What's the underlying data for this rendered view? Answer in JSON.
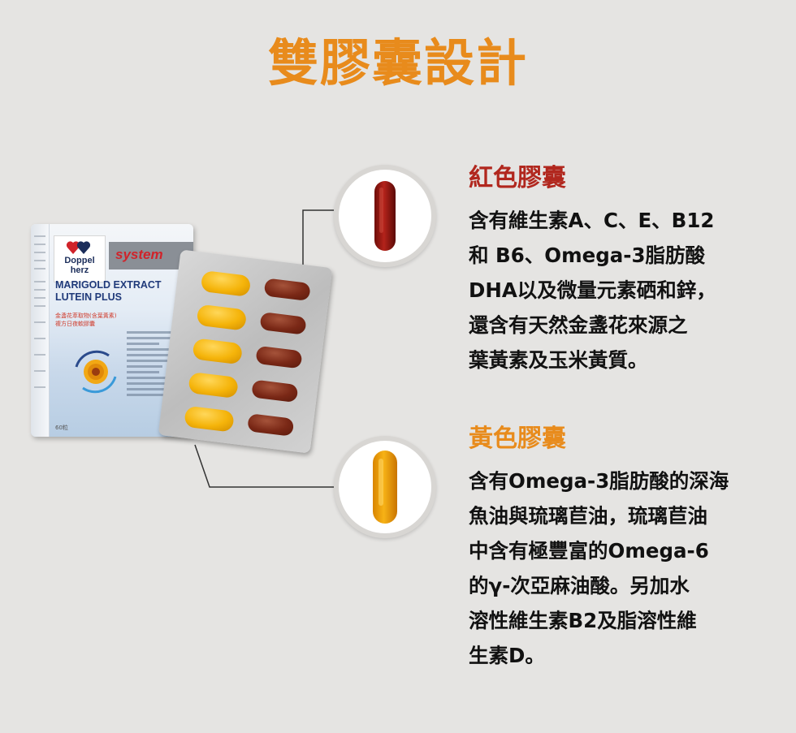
{
  "title": "雙膠囊設計",
  "box": {
    "brand_line1": "Doppel",
    "brand_line2": "herz",
    "system_label": "system",
    "product_line1": "MARIGOLD EXTRACT",
    "product_line2": "LUTEIN PLUS",
    "sub_line1": "金盞花萃取物(含葉黃素)",
    "sub_line2": "複方日夜軟膠囊",
    "count": "60粒"
  },
  "red_capsule": {
    "heading": "紅色膠囊",
    "lines": [
      "含有維生素A、C、E、B12",
      "和 B6、Omega-3脂肪酸",
      "DHA以及微量元素硒和鋅，",
      "還含有天然金盞花來源之",
      "葉黃素及玉米黃質。"
    ]
  },
  "yellow_capsule": {
    "heading": "黃色膠囊",
    "lines": [
      "含有Omega-3脂肪酸的深海",
      "魚油與琉璃苣油，琉璃苣油",
      "中含有極豐富的Omega-6",
      "的γ-次亞麻油酸。另加水",
      "溶性維生素B2及脂溶性維",
      "生素D。"
    ]
  },
  "colors": {
    "title": "#e88b1c",
    "red_heading": "#b1271e",
    "yellow_heading": "#e88b1c",
    "background": "#e5e4e2"
  }
}
